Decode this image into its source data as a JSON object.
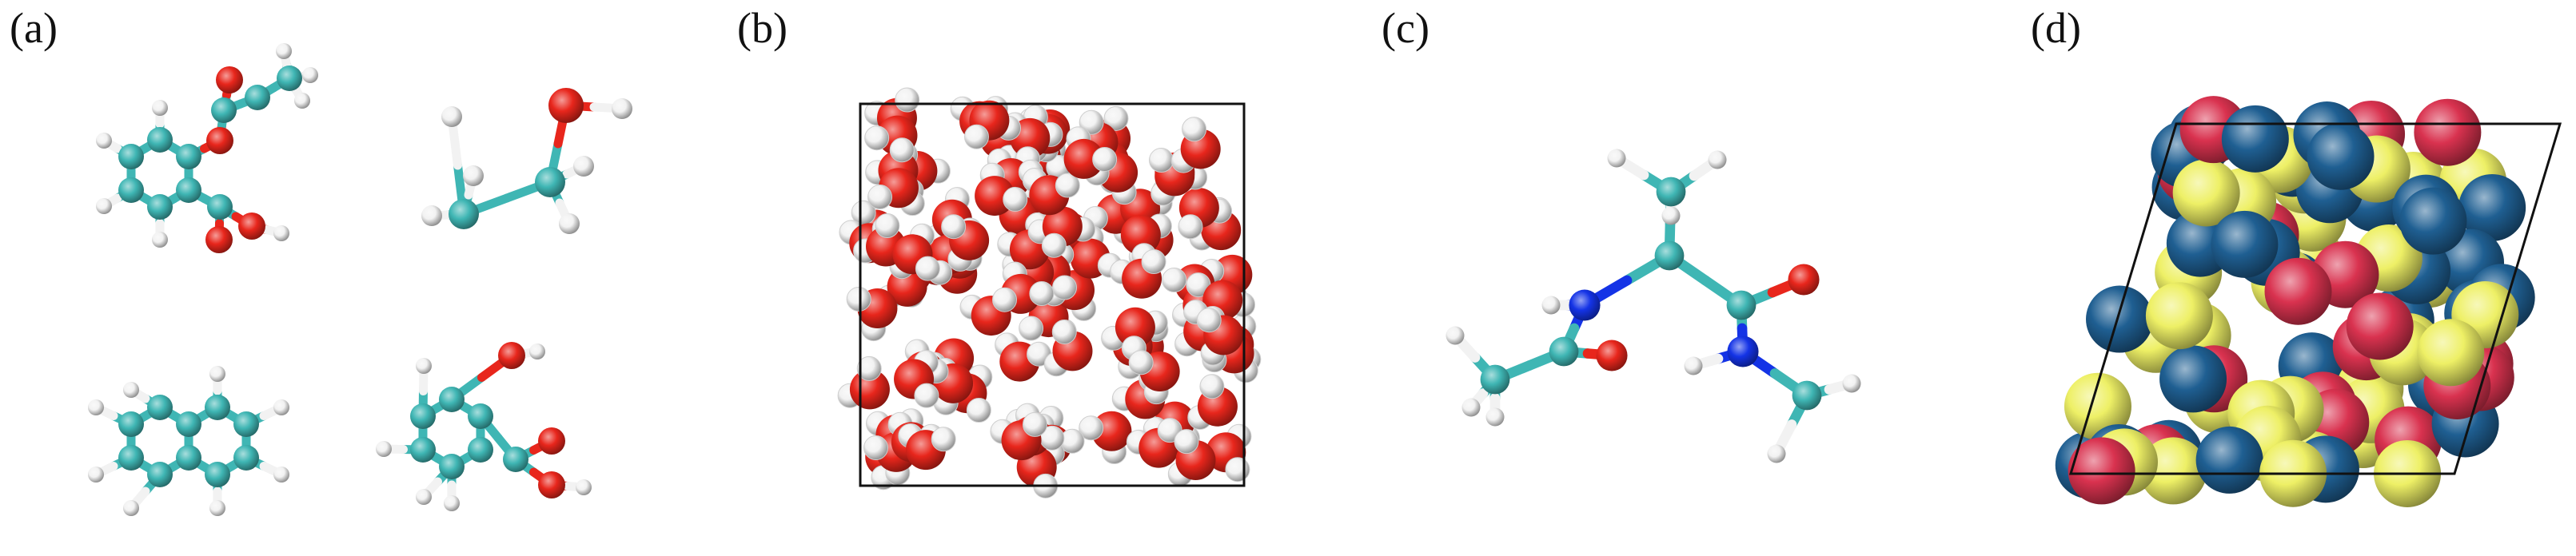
{
  "panels": [
    {
      "label": "(a)"
    },
    {
      "label": "(b)"
    },
    {
      "label": "(c)"
    },
    {
      "label": "(d)"
    }
  ],
  "colors": {
    "carbon": "#3fb6b4",
    "oxygen": "#e8261c",
    "hydrogen": "#f2f2f2",
    "nitrogen": "#1433e6",
    "sphere_blue": "#1f5f92",
    "sphere_yellow": "#eef066",
    "sphere_red": "#d9324f",
    "box": "#111111"
  }
}
